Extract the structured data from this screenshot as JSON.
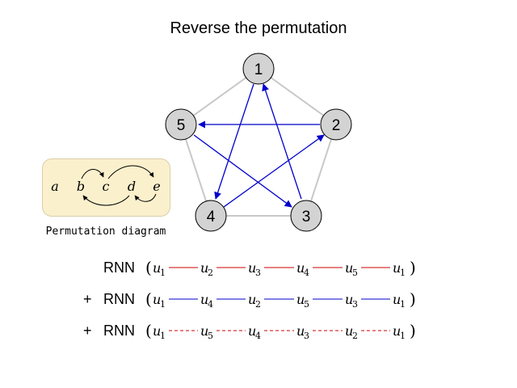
{
  "title": "Reverse the permutation",
  "caption": "Permutation diagram",
  "nodes": [
    "1",
    "2",
    "3",
    "4",
    "5"
  ],
  "perm_letters": [
    "a",
    "b",
    "c",
    "d",
    "e"
  ],
  "rows": [
    {
      "prefix": "",
      "label": "RNN",
      "var": "u",
      "subs": [
        "1",
        "2",
        "3",
        "4",
        "5",
        "1"
      ],
      "color": "#cc0000",
      "dash": false
    },
    {
      "prefix": "+",
      "label": "RNN",
      "var": "u",
      "subs": [
        "1",
        "4",
        "2",
        "5",
        "3",
        "1"
      ],
      "color": "#0000cc",
      "dash": false
    },
    {
      "prefix": "+",
      "label": "RNN",
      "var": "u",
      "subs": [
        "1",
        "5",
        "4",
        "3",
        "2",
        "1"
      ],
      "color": "#cc0000",
      "dash": true
    }
  ],
  "colors": {
    "pentagon": "#c8c8c8",
    "arrow": "#0000cc",
    "node_fill": "#d3d3d3",
    "panel": "#fbf0cc"
  }
}
